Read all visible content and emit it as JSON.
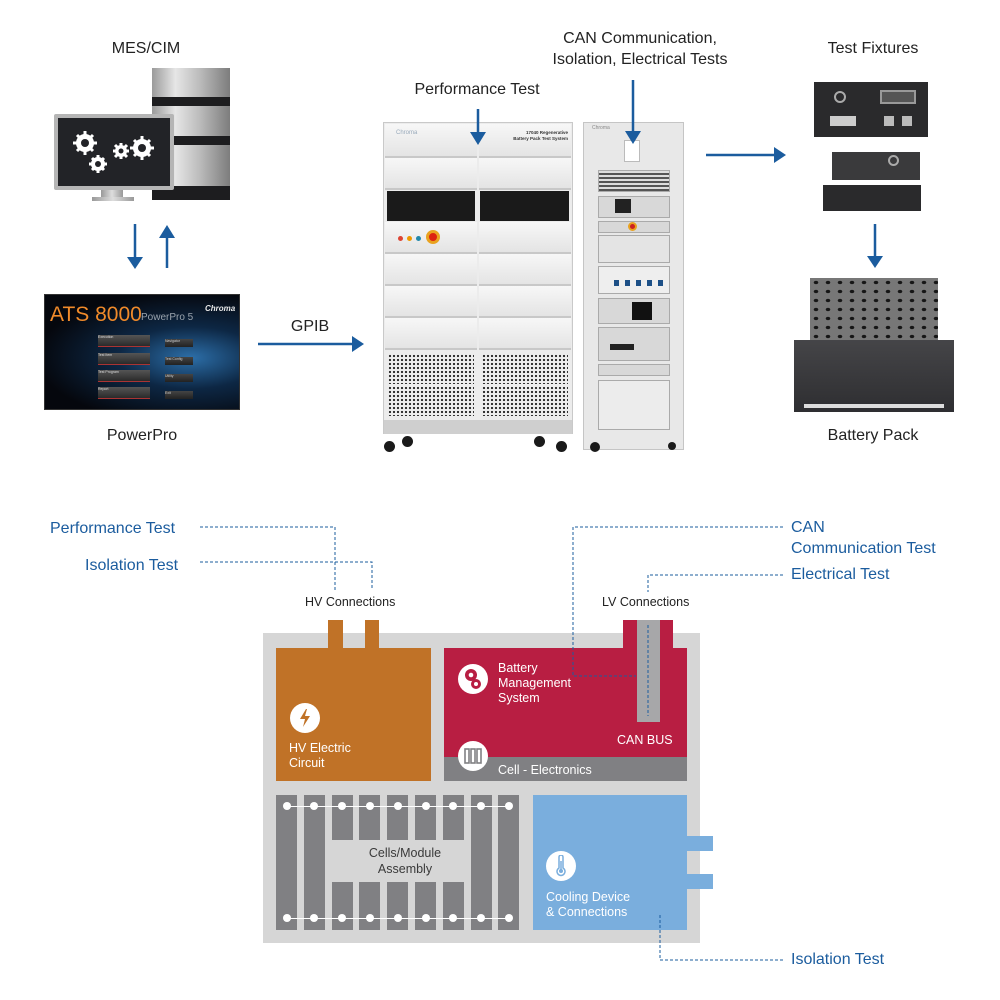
{
  "top_section": {
    "mes": {
      "label": "MES/CIM"
    },
    "powerpro": {
      "label": "PowerPro",
      "screen_title": "ATS 8000",
      "screen_subtitle": "PowerPro 5",
      "screen_brand": "Chroma",
      "screen_buttons": [
        "Execution",
        "Test Item",
        "Test Program",
        "Report"
      ],
      "screen_side_buttons": [
        "Navigator",
        "Test Config",
        "Utility",
        "Exit"
      ]
    },
    "gpib": {
      "label": "GPIB"
    },
    "performance_test": {
      "label": "Performance Test"
    },
    "can_tests": {
      "line1": "CAN Communication,",
      "line2": "Isolation, Electrical Tests"
    },
    "cabinet": {
      "brand": "Chroma",
      "model_line1": "17040 Regenerative",
      "model_line2": "Battery Pack Test System"
    },
    "rack": {
      "brand": "Chroma"
    },
    "test_fixtures": {
      "label": "Test Fixtures"
    },
    "battery_pack": {
      "label": "Battery Pack"
    }
  },
  "bottom_section": {
    "callouts": {
      "performance_test": "Performance Test",
      "isolation_test_hv": "Isolation Test",
      "can_test_line1": "CAN",
      "can_test_line2": "Communication Test",
      "electrical_test": "Electrical Test",
      "isolation_test_cooling": "Isolation Test"
    },
    "connections": {
      "hv": "HV Connections",
      "lv": "LV Connections"
    },
    "blocks": {
      "hv_circuit": "HV Electric\nCircuit",
      "bms": "Battery\nManagement\nSystem",
      "can_bus": "CAN BUS",
      "cell_electronics": "Cell - Electronics",
      "cells_line1": "Cells/Module",
      "cells_line2": "Assembly",
      "cooling": "Cooling Device\n& Connections"
    },
    "icons": {
      "hv": "lightning-icon",
      "bms": "gears-icon",
      "cell_electronics": "battery-cells-icon",
      "cooling": "thermometer-icon"
    }
  },
  "colors": {
    "arrow_blue": "#1b5c9e",
    "hv_orange": "#c07227",
    "bms_red": "#b81e42",
    "cell_gray": "#808083",
    "cooling_blue": "#7aaedd",
    "pack_gray": "#d6d6d6"
  }
}
